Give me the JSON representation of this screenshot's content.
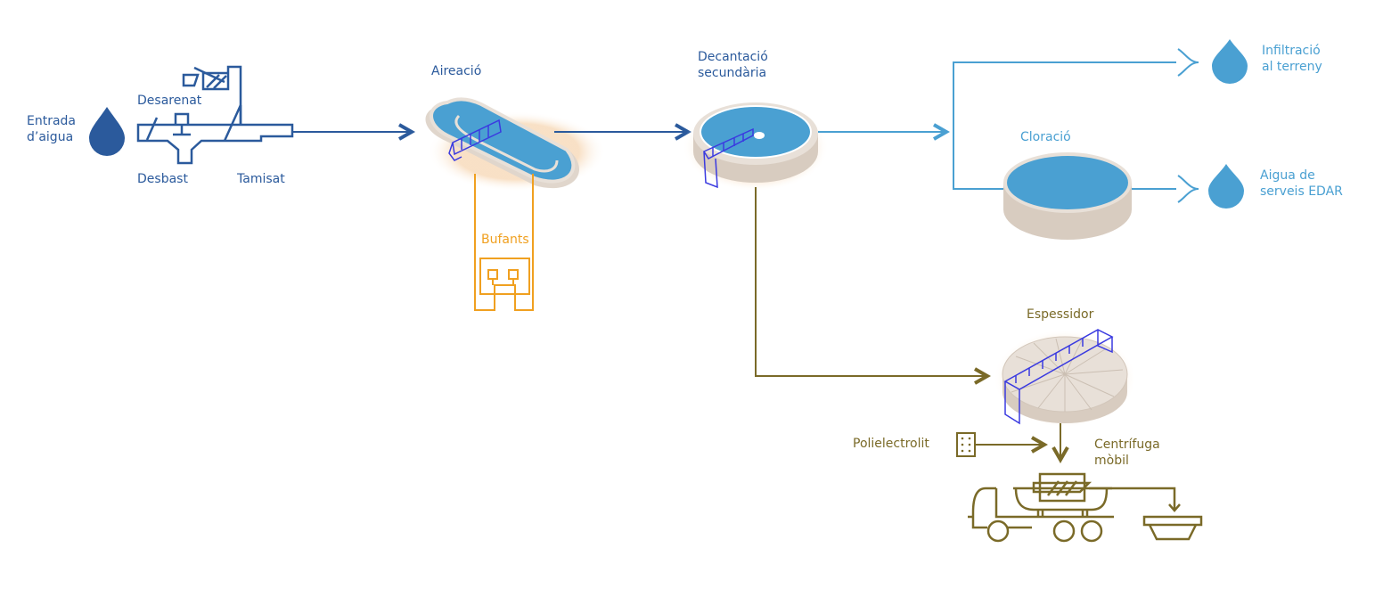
{
  "colors": {
    "primary": "#2b5a9c",
    "treated": "#4aa0d2",
    "air": "#f0a020",
    "sludge": "#7a6a28",
    "structure": "#3a3ae0",
    "tank": "#e8e0d8"
  },
  "labels": {
    "entrada": "Entrada d’aigua",
    "desarenat": "Desarenat",
    "desbast": "Desbast",
    "tamisat": "Tamisat",
    "aireacio": "Aireació",
    "bufants": "Bufants",
    "decantacio": "Decantació secundària",
    "cloracio": "Cloració",
    "infiltracio": "Infiltració al terreny",
    "aigua_serveis": "Aigua de serveis EDAR",
    "espessidor": "Espessidor",
    "polielectrolit": "Polielectrolit",
    "centrifuga": "Centrífuga mòbil"
  }
}
